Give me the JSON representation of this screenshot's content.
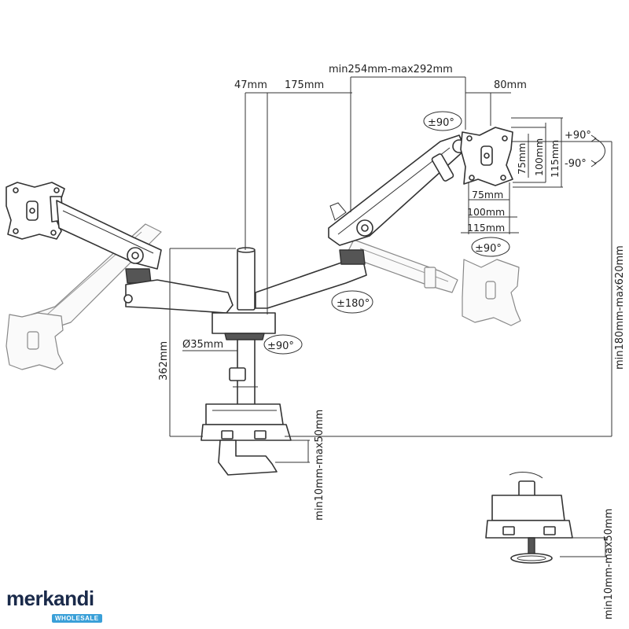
{
  "dimensions": {
    "width_range": "min254mm-max292mm",
    "post_offset": "47mm",
    "arm_offset": "175mm",
    "plate_offset": "80mm",
    "pole_height": "362mm",
    "pole_diameter": "Ø35mm",
    "height_range": "min180mm-max620mm",
    "clamp_range_main": "min10mm-max50mm",
    "clamp_range_detail": "min10mm-max50mm"
  },
  "rotations": {
    "tilt_top": "±90°",
    "tilt_up": "+90°",
    "tilt_down": "-90°",
    "swivel_plate": "±90°",
    "swivel_arm": "±180°",
    "swivel_base": "±90°"
  },
  "vesa": {
    "v75": "75mm",
    "v100": "100mm",
    "v115": "115mm",
    "h75": "75mm",
    "h100": "100mm",
    "h115": "115mm"
  },
  "logo": {
    "brand": "merkandi",
    "tagline": "WHOLESALE"
  },
  "colors": {
    "line": "#333333",
    "logo_primary": "#1a2a4a",
    "logo_badge": "#3aa0d8"
  }
}
